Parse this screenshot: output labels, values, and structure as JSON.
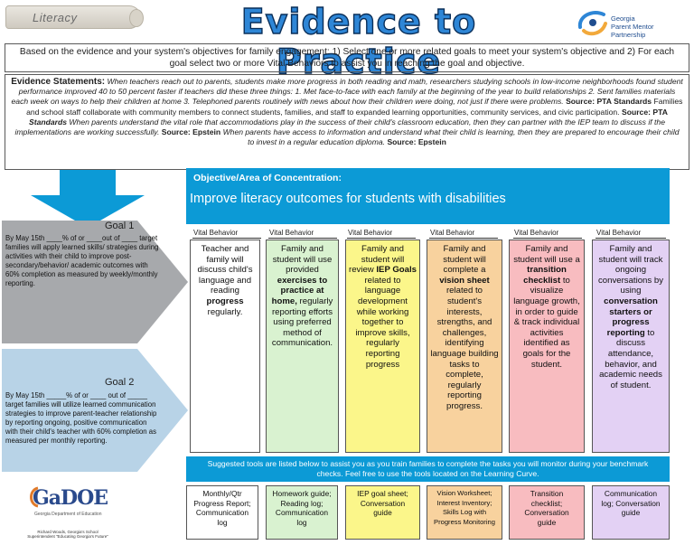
{
  "header": {
    "tab_label": "Literacy",
    "title": "Evidence to Practice",
    "logo_lines": [
      "Georgia",
      "Parent Mentor",
      "Partnership"
    ]
  },
  "instructions": "Based on the evidence and your system's objectives for family engagement: 1) Select one or more related goals to meet your system's objective and 2) For each goal select two or more Vital Behaviors to assist you in reaching the goal and objective.",
  "evidence": {
    "heading": "Evidence Statements:",
    "stmt1": "When teachers reach out to parents, students make more progress in both reading and math, researchers studying schools in low-income neighborhoods found student performance improved 40 to 50 percent faster if teachers did these three things: 1. Met face-to-face with each family at the beginning of the year to build relationships 2. Sent families materials each week on ways to help their children at home 3. Telephoned parents routinely with news about how their children were doing, not just if there were problems.",
    "source1": "Source: PTA Standards",
    "stmt2": "Families and school staff collaborate with community members to connect students, families, and staff to expanded learning opportunities, community services, and civic participation.",
    "source2_prefix": "Source: PTA ",
    "source2_italic": "Standards",
    "stmt3": "When parents understand the vital role that accommodations play in the success of their child's classroom education, then they can partner with the IEP team to discuss if the implementations are working successfully.",
    "source3": "Source: Epstein",
    "stmt4": "When parents have access to information and understand what their child is learning, then they are prepared to encourage their child to invest in a regular education diploma.",
    "source4": "Source: Epstein"
  },
  "objective": {
    "title": "Objective/Area of Concentration:",
    "text": "Improve literacy outcomes for students with disabilities"
  },
  "goals": [
    {
      "label": "Goal 1",
      "text": "By May 15th ____% of or ____out of ____ target families will apply learned skills/ strategies during activities with their child to improve post-secondary/behavior/ academic outcomes with 60% completion as measured by weekly/monthly reporting."
    },
    {
      "label": "Goal 2",
      "text": "By May 15th _____% of or ____ out of _____ target families will utilize learned communication strategies to improve parent-teacher relationship by reporting ongoing, positive communication with their child's teacher with 60% completion as measured per monthly reporting."
    }
  ],
  "vital_behavior_label": "Vital Behavior",
  "behaviors": [
    {
      "color": "#ffffff",
      "pre": "Teacher and family will discuss child's language and reading ",
      "bold": "progress",
      "post": " regularly."
    },
    {
      "color": "#d9f2d0",
      "pre": "Family and student will use provided ",
      "bold": "exercises to practice at home,",
      "post": " regularly reporting efforts using preferred method of communication."
    },
    {
      "color": "#fbf68a",
      "pre": "Family and student will review ",
      "bold": "IEP Goals",
      "post": " related to language development while working together to improve skills, regularly reporting progress"
    },
    {
      "color": "#f8d29e",
      "pre": "Family and student will complete a ",
      "bold": "vision sheet",
      "post": " related to student's interests, strengths, and challenges, identifying language building tasks to complete, regularly reporting progress."
    },
    {
      "color": "#f8bcc0",
      "pre": "Family and student will use a ",
      "bold": "transition checklist",
      "post": " to visualize language growth, in order to guide & track individual activities identified as goals for the student."
    },
    {
      "color": "#e3d1f4",
      "pre": "Family and student will track ongoing conversations by using ",
      "bold": "conversation starters or progress reporting",
      "post": " to discuss attendance, behavior, and academic needs of student."
    }
  ],
  "tools_banner": "Suggested tools are listed below to assist you as you train families to complete the tasks you will monitor during your benchmark checks. Feel free to use the tools located on the Learning Curve.",
  "tools": [
    {
      "color": "#ffffff",
      "lines": [
        "Monthly/Qtr",
        "Progress Report;",
        "Communication",
        "log"
      ]
    },
    {
      "color": "#d9f2d0",
      "lines": [
        "Homework guide;",
        "Reading log;",
        "Communication",
        "log"
      ]
    },
    {
      "color": "#fbf68a",
      "lines": [
        "IEP goal sheet;",
        "Conversation",
        "guide"
      ]
    },
    {
      "color": "#f8d29e",
      "lines": [
        "Vision Worksheet;",
        "Interest Inventory;",
        "Skills Log with",
        "Progress Monitoring"
      ]
    },
    {
      "color": "#f8bcc0",
      "lines": [
        "Transition",
        "checklist;",
        "Conversation",
        "guide"
      ]
    },
    {
      "color": "#e3d1f4",
      "lines": [
        "Communication",
        "log; Conversation",
        "guide"
      ]
    }
  ],
  "footer_logo": {
    "mark": "GaDOE",
    "sub": "Georgia Department of Education",
    "byline": "Richard Woods, Georgia's School Superintendent \"Educating Georgia's Future\""
  },
  "colors": {
    "accent_blue": "#0c9ad6",
    "title_blue": "#2e86d6",
    "arrow_gray": "#a7a9ac",
    "arrow_blue": "#b8d3e7"
  }
}
